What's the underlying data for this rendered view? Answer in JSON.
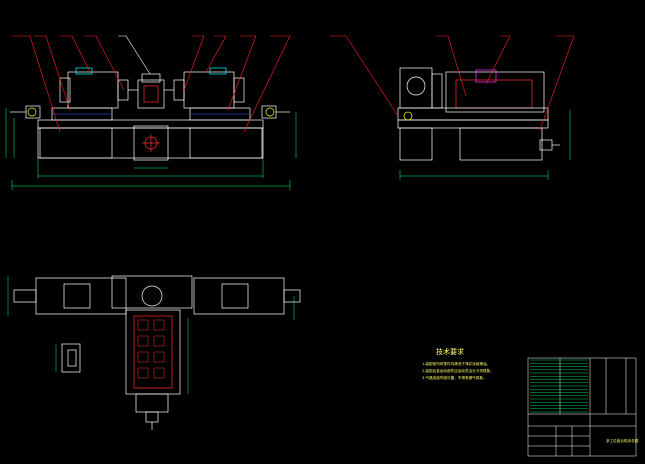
{
  "drawing": {
    "background": "#000000",
    "colors": {
      "outline": "#ffffff",
      "leader": "#ff2020",
      "dimension": "#00ff66",
      "hidden": "#ffff00",
      "detail_red": "#ff3030",
      "blue": "#3060ff",
      "cyan": "#00ffff",
      "magenta": "#ff30ff",
      "titleblock": "#ffffff"
    },
    "views": [
      "front-view",
      "side-view",
      "top-view"
    ],
    "notes": {
      "title": "技术要求",
      "lines": [
        "1.装配前所有零件均清洗干净并涂润滑油。",
        "2.装配后各运动部件应运动灵活无卡滞现象。",
        "3.气路连接牢固可靠，不得有漏气现象。"
      ]
    },
    "title_block": {
      "rows": 16,
      "caption": "多工位组合机床总图"
    }
  }
}
